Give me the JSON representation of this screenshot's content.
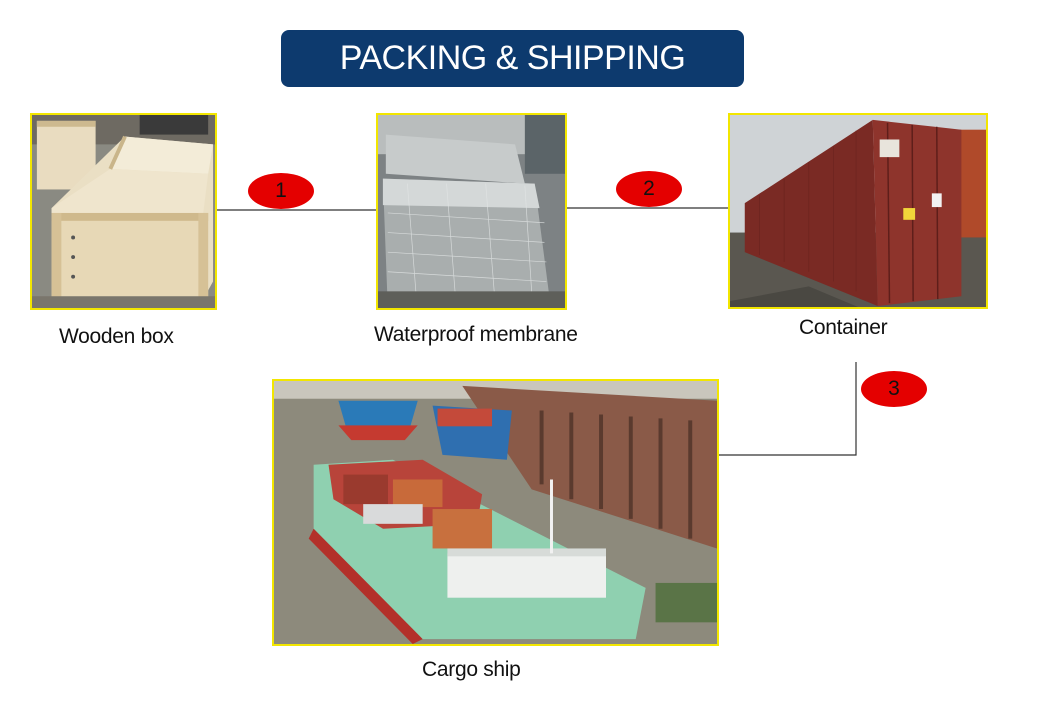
{
  "title": "PACKING & SHIPPING",
  "colors": {
    "banner": "#0d3a6e",
    "frame_border": "#f2e600",
    "frame_inner": "#1b4f9c",
    "badge": "#e40000",
    "connector": "#333333"
  },
  "steps": [
    {
      "number": "1",
      "label": "Wooden box",
      "icon": "wooden-box-photo"
    },
    {
      "number": "2",
      "label": "Waterproof membrane",
      "icon": "waterproof-membrane-photo"
    },
    {
      "number": "3",
      "label": "Container",
      "icon": "container-photo"
    }
  ],
  "final": {
    "label": "Cargo ship",
    "icon": "cargo-ship-photo"
  }
}
